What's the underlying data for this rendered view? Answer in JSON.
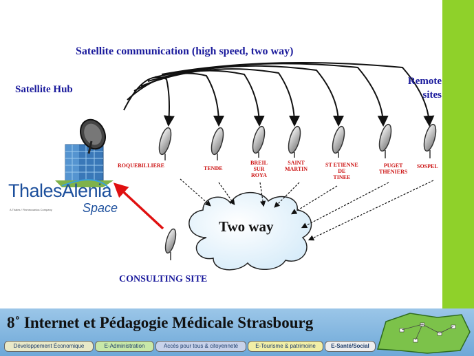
{
  "title": "Satellite communication (high speed, two way)",
  "hub_label": "Satellite Hub",
  "remote_label": [
    "Remote",
    "sites"
  ],
  "logo": {
    "name": "ThalesAlenia",
    "sub": "Space",
    "tagline": "A Thales / Finmeccanica Company"
  },
  "sites": [
    {
      "lines": [
        "ROQUEBILLIERE"
      ]
    },
    {
      "lines": [
        "TENDE"
      ]
    },
    {
      "lines": [
        "BREIL",
        "SUR",
        "ROYA"
      ]
    },
    {
      "lines": [
        "SAINT",
        "MARTIN"
      ]
    },
    {
      "lines": [
        "ST ETIENNE",
        "DE",
        "TINEE"
      ]
    },
    {
      "lines": [
        "PUGET",
        "THENIERS"
      ]
    },
    {
      "lines": [
        "SOSPEL"
      ]
    }
  ],
  "cloud_label": "Two way",
  "consulting_label": "CONSULTING SITE",
  "footer": {
    "title": "8˚ Internet et Pédagogie Médicale Strasbourg",
    "tabs": [
      {
        "label": "Développement Économique",
        "color": "#e9e9c8"
      },
      {
        "label": "E-Administration",
        "color": "#c8e8a8"
      },
      {
        "label": "Accès pour tous & citoyenneté",
        "color": "#c8d2ea"
      },
      {
        "label": "E-Tourisme & patrimoine",
        "color": "#f2efa6"
      },
      {
        "label": "E-Santé/Social",
        "color": "#eeeeee"
      }
    ]
  },
  "colors": {
    "accent_green": "#8fd12a",
    "label_blue": "#1a1a9c",
    "site_red": "#cc1111",
    "footer_blue": "#7fb3de"
  }
}
